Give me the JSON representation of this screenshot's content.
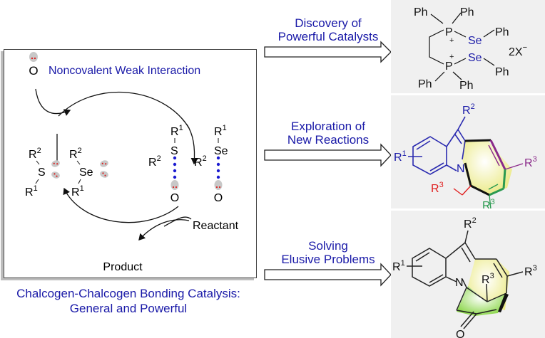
{
  "cycle": {
    "interaction_label": "Noncovalent Weak Interaction",
    "oxygen": "O",
    "reactant": "Reactant",
    "product": "Product",
    "thio_catalyst": {
      "center": "S",
      "top": "R",
      "top_sup": "2",
      "bottom": "R",
      "bottom_sup": "1"
    },
    "seleno_catalyst": {
      "center": "Se",
      "top": "R",
      "top_sup": "2",
      "bottom": "R",
      "bottom_sup": "1"
    },
    "s_complex": {
      "center": "S",
      "top": "R",
      "top_sup": "1",
      "side": "R",
      "side_sup": "2",
      "oxygen": "O"
    },
    "se_complex": {
      "center": "Se",
      "top": "R",
      "top_sup": "1",
      "side": "R",
      "side_sup": "2",
      "oxygen": "O"
    }
  },
  "caption": {
    "line1": "Chalcogen-Chalcogen Bonding Catalysis:",
    "line2": "General and Powerful"
  },
  "branches": [
    {
      "line1": "Discovery of",
      "line2": "Powerful Catalysts"
    },
    {
      "line1": "Exploration of",
      "line2": "New Reactions"
    },
    {
      "line1": "Solving",
      "line2": "Elusive Problems"
    }
  ],
  "catalyst": {
    "ph": "Ph",
    "p": "P",
    "se": "Se",
    "plus": "+",
    "counterion": "2X",
    "counterion_sup": "−"
  },
  "product1": {
    "r1": "R",
    "r1_sup": "1",
    "r2": "R",
    "r2_sup": "2",
    "r3": "R",
    "r3_sup": "3",
    "n": "N"
  },
  "product2": {
    "r1": "R",
    "r1_sup": "1",
    "r2": "R",
    "r2_sup": "2",
    "r3": "R",
    "r3_sup": "3",
    "n": "N",
    "o": "O"
  },
  "colors": {
    "blue": "#1a1aa8",
    "dot_blue": "#1a1ad0",
    "red": "#e02020",
    "green": "#2a9a50",
    "purple": "#8a2a8a",
    "panel_bg": "#f0f0f0",
    "yellow": "#f2f0a0",
    "lime": "#9ee060"
  }
}
